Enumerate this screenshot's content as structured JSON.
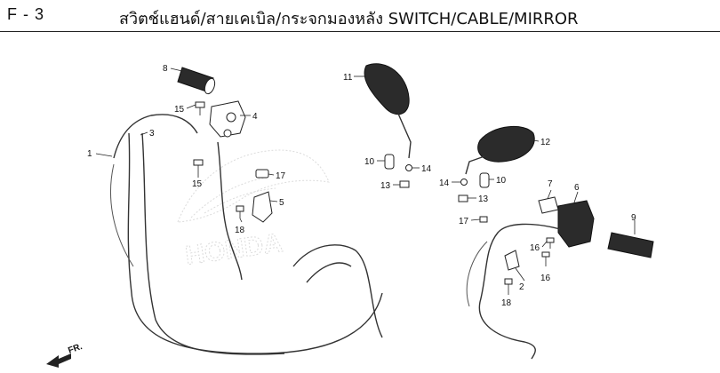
{
  "header": {
    "figure_code": "F - 3",
    "title": "สวิตช์แฮนด์/สายเคเบิล/กระจกมองหลัง  SWITCH/CABLE/MIRROR"
  },
  "watermark": {
    "brand": "HONDA"
  },
  "direction_label": "FR.",
  "callouts": [
    "1",
    "2",
    "3",
    "4",
    "5",
    "6",
    "7",
    "8",
    "9",
    "10",
    "10",
    "11",
    "12",
    "13",
    "13",
    "14",
    "14",
    "15",
    "15",
    "16",
    "16",
    "17",
    "17",
    "18",
    "18"
  ]
}
